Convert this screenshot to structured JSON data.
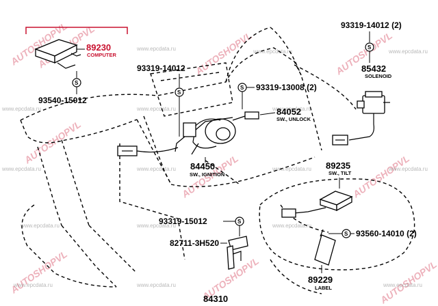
{
  "labels": {
    "computer": {
      "number": "89230",
      "desc": "COMPUTER"
    },
    "bolt_93540": {
      "number": "93540-15012"
    },
    "screw_93319_14012_top": {
      "number": "93319-14012 (2)"
    },
    "solenoid": {
      "number": "85432",
      "desc": "SOLENOID"
    },
    "screw_93319_14012_center": {
      "number": "93319-14012"
    },
    "screw_93319_13008": {
      "number": "93319-13008 (2)"
    },
    "unlock_switch": {
      "number": "84052",
      "desc": "SW., UNLOCK"
    },
    "ignition_switch": {
      "number": "84450",
      "desc": "SW., IGNITION"
    },
    "tilt_switch": {
      "number": "89235",
      "desc": "SW., TILT"
    },
    "screw_93319_15012": {
      "number": "93319-15012"
    },
    "bracket": {
      "number": "82711-3H520"
    },
    "screw_93560": {
      "number": "93560-14010 (2)"
    },
    "label_part": {
      "number": "89229",
      "desc": "LABEL"
    },
    "assembly": {
      "number": "84310"
    }
  },
  "symbol_letter": "S",
  "watermark": {
    "brand": "AUTOSHOPVL",
    "site": "www.epcdata.ru"
  },
  "colors": {
    "highlight": "#c8102e",
    "ink": "#000000",
    "watermark_gray": "#9a9a9a"
  }
}
